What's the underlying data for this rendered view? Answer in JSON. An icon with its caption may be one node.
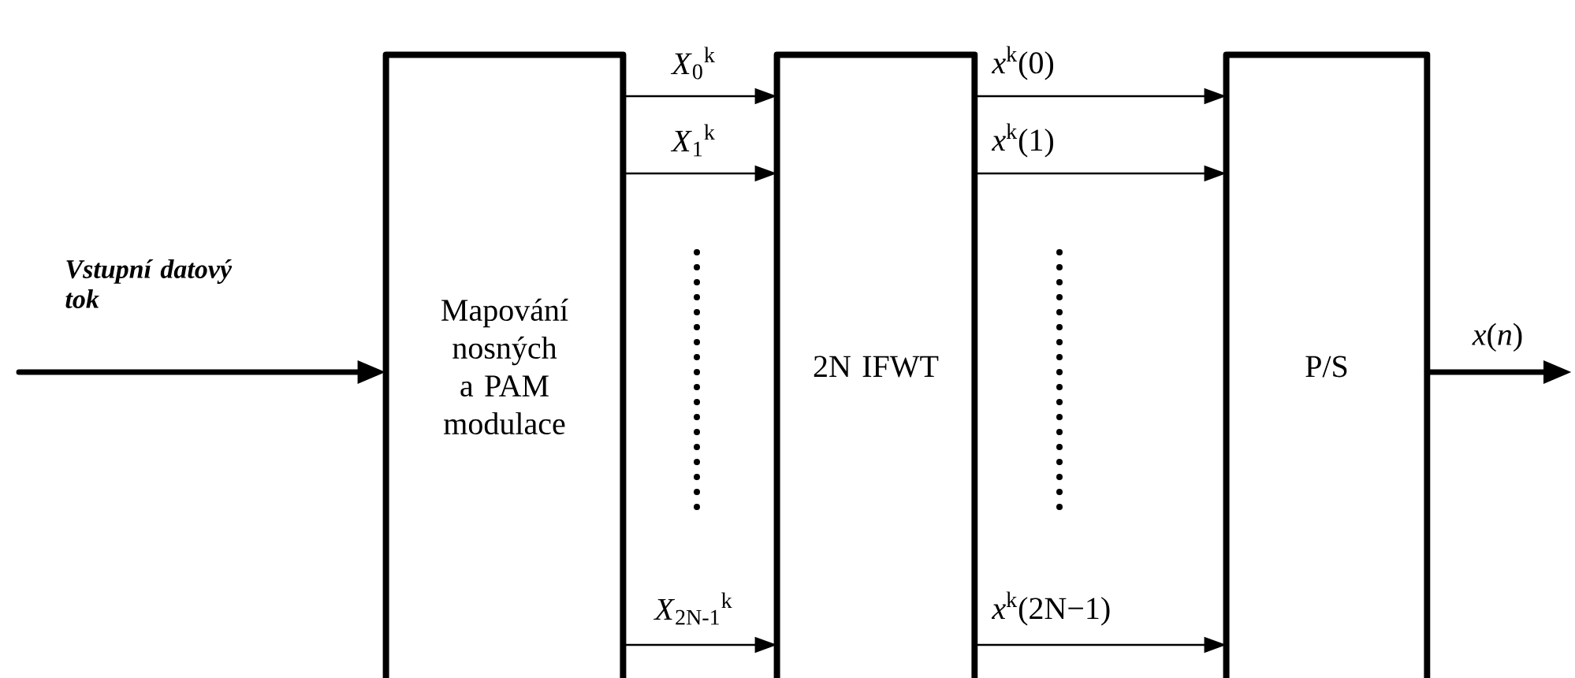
{
  "diagram": {
    "nodes": [
      {
        "text": [
          "Mapování nosných a PAM modulace"
        ]
      },
      {
        "text": [
          "2N IFWT"
        ]
      },
      {
        "text": [
          "P/S"
        ]
      }
    ],
    "edges": [
      {
        "from": null,
        "to": 0,
        "arrow": "to",
        "style": "thick",
        "label": "Vstupní datový tok"
      },
      {
        "from": 0,
        "to": 1,
        "arrow": "to",
        "label": "*X*$_{0}$$^{k}$"
      },
      {
        "from": 0,
        "to": 1,
        "arrow": "to",
        "label": "*X*$_{1}$$^{k}$"
      },
      {
        "from": 0,
        "to": 1,
        "arrow": "to",
        "label": "*X*$_{2N-1}$$^{k}$"
      },
      {
        "from": 1,
        "to": 2,
        "arrow": "to",
        "label": "*x*$^{k}$(0)"
      },
      {
        "from": 1,
        "to": 2,
        "arrow": "to",
        "label": "*x*$^{k}$(1)"
      },
      {
        "from": 1,
        "to": 2,
        "arrow": "to",
        "label": "*x*$^{k}$(2N−1)"
      },
      {
        "from": 2,
        "to": null,
        "arrow": "to",
        "style": "thick",
        "label": "*x*(*n*)"
      }
    ]
  }
}
